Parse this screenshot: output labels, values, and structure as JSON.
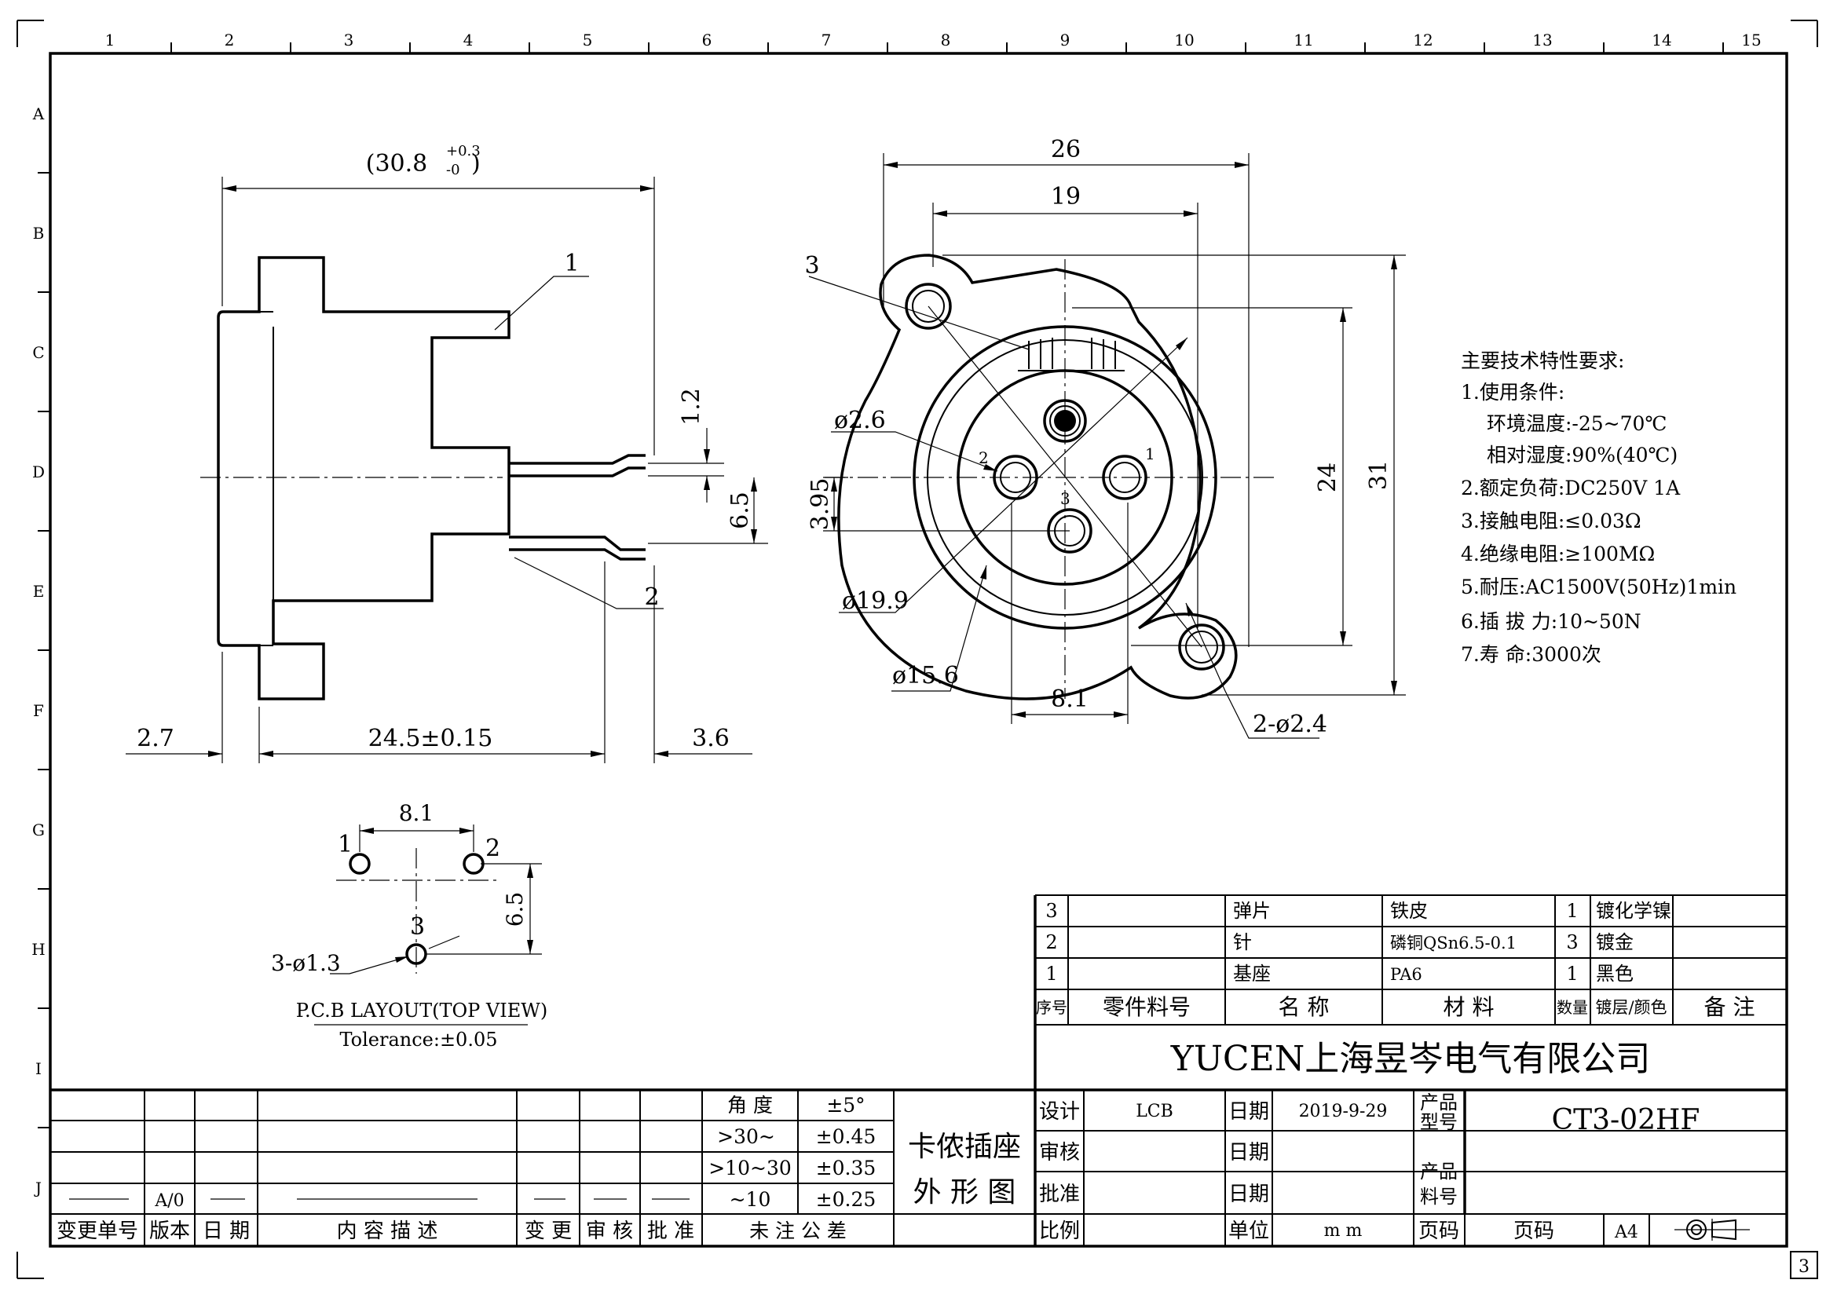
{
  "frame": {
    "col_labels": [
      "1",
      "2",
      "3",
      "4",
      "5",
      "6",
      "7",
      "8",
      "9",
      "10",
      "11",
      "12",
      "13",
      "14",
      "15"
    ],
    "row_labels": [
      "A",
      "B",
      "C",
      "D",
      "E",
      "F",
      "G",
      "H",
      "I",
      "J"
    ],
    "sheet_number": "3"
  },
  "side_view": {
    "overall_dim": "(30.8",
    "overall_tol_plus": "+0.3",
    "overall_tol_minus": "-0",
    "overall_close": ")",
    "dim_left": "2.7",
    "dim_body": "24.5±0.15",
    "dim_right": "3.6",
    "dim_pin_thick": "1.2",
    "dim_pin_pitch": "6.5",
    "callout_1": "1",
    "callout_2": "2"
  },
  "front_view": {
    "dim_26": "26",
    "dim_19": "19",
    "dim_24": "24",
    "dim_31": "31",
    "dim_3_95": "3.95",
    "dim_8_1": "8.1",
    "d_2_6": "ø2.6",
    "d_19_9": "ø19.9",
    "d_15_6": "ø15.6",
    "d_2x2_4": "2-ø2.4",
    "callout_3": "3",
    "pin_1": "1",
    "pin_2": "2",
    "pin_3": "3"
  },
  "pcb_layout": {
    "dim_8_1": "8.1",
    "dim_6_5": "6.5",
    "hole_label": "3-ø1.3",
    "pin_1": "1",
    "pin_2": "2",
    "pin_3": "3",
    "title": "P.C.B LAYOUT(TOP VIEW)",
    "tolerance": "Tolerance:±0.05"
  },
  "spec": {
    "heading": "主要技术特性要求:",
    "lines": [
      "1.使用条件:",
      "环境温度:-25~70℃",
      "相对湿度:90%(40℃)",
      "2.额定负荷:DC250V 1A",
      "3.接触电阻:≤0.03Ω",
      "4.绝缘电阻:≥100MΩ",
      "5.耐压:AC1500V(50Hz)1min",
      "6.插 拔 力:10~50N",
      "7.寿 命:3000次"
    ]
  },
  "bom": {
    "rows": [
      {
        "no": "3",
        "part_no": "",
        "name": "弹片",
        "material": "铁皮",
        "qty": "1",
        "finish": "镀化学镍",
        "note": ""
      },
      {
        "no": "2",
        "part_no": "",
        "name": "针",
        "material": "磷铜QSn6.5-0.1",
        "qty": "3",
        "finish": "镀金",
        "note": ""
      },
      {
        "no": "1",
        "part_no": "",
        "name": "基座",
        "material": "PA6",
        "qty": "1",
        "finish": "黑色",
        "note": ""
      }
    ],
    "headers": {
      "no": "序号",
      "part_no": "零件料号",
      "name": "名 称",
      "material": "材 料",
      "qty": "数量",
      "finish": "镀层/颜色",
      "note": "备 注"
    }
  },
  "title_block": {
    "company": "YUCEN上海昱岑电气有限公司",
    "product_name_1": "卡侬插座",
    "product_name_2": "外 形 图",
    "design_label": "设计",
    "designer": "LCB",
    "date_label": "日期",
    "date": "2019-9-29",
    "check_label": "审核",
    "approve_label": "批准",
    "scale_label": "比例",
    "unit_label": "单位",
    "unit": "m m",
    "model_label_1": "产品",
    "model_label_2": "型号",
    "model": "CT3-02HF",
    "code_label_1": "产品",
    "code_label_2": "料号",
    "page_label": "页码",
    "page_value": "页码",
    "size": "A4"
  },
  "tolerance_table": {
    "rows": [
      {
        "range": "角 度",
        "tol": "±5°"
      },
      {
        "range": ">30~",
        "tol": "±0.45"
      },
      {
        "range": ">10~30",
        "tol": "±0.35"
      },
      {
        "range": "~10",
        "tol": "±0.25"
      }
    ],
    "footer": "未 注 公 差"
  },
  "revision": {
    "headers": [
      "变更单号",
      "版本",
      "日 期",
      "内 容 描 述",
      "变 更",
      "审 核",
      "批 准"
    ],
    "version": "A/0"
  }
}
